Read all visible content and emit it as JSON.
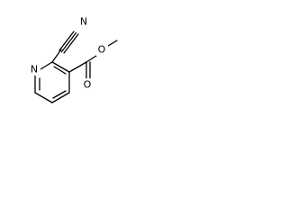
{
  "molecule": {
    "atoms": {
      "ring_nitrogen": "N",
      "nitrile_nitrogen": "N",
      "ester_ether_oxygen": "O",
      "carbonyl_oxygen": "O"
    }
  }
}
